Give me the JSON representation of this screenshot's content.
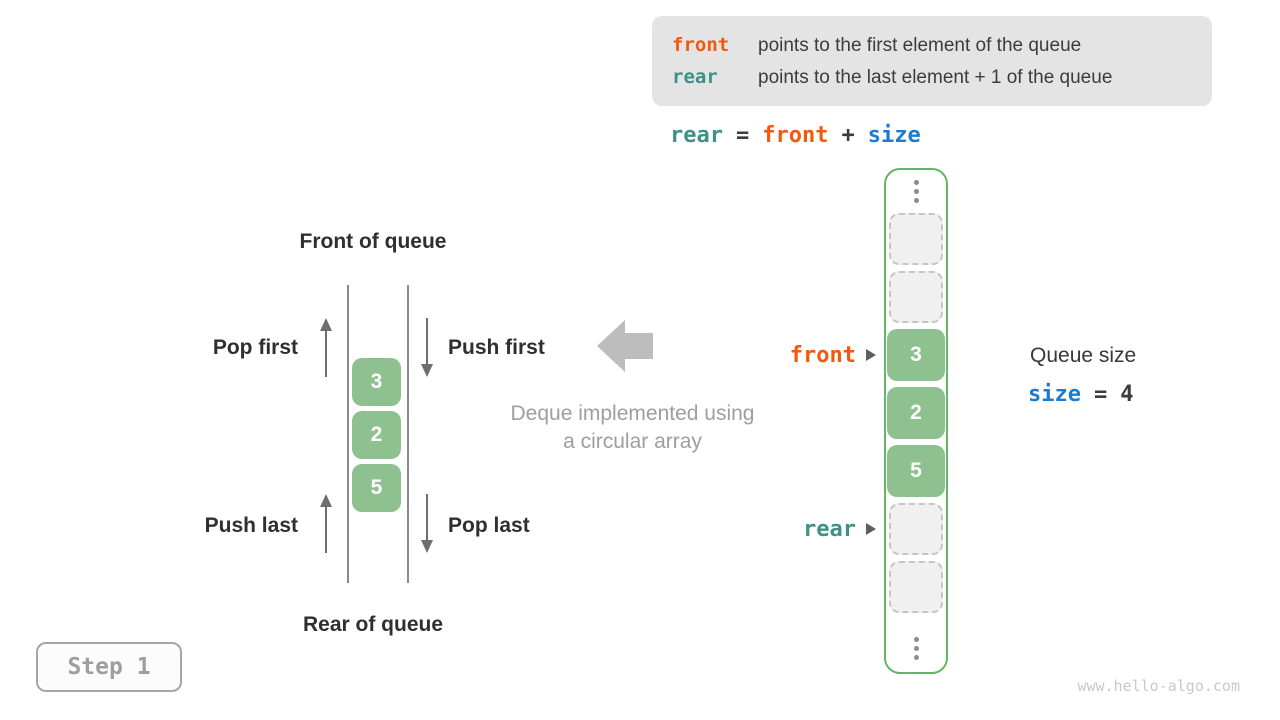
{
  "colors": {
    "orange_front": "#f1590f",
    "teal_rear": "#3d9188",
    "blue_size": "#1a7ad4",
    "cell_green": "#8fc08f",
    "array_border_green": "#63b663",
    "dark_text": "#3c3c3c",
    "muted_gray": "#9e9e9e",
    "big_arrow_gray": "#bdbdbd",
    "legend_bg": "#e4e4e4"
  },
  "legend": {
    "lines": [
      {
        "keyword": "front",
        "text": "points to the first element of the queue"
      },
      {
        "keyword": "rear",
        "text": "points to the last element + 1 of the queue"
      }
    ]
  },
  "formula": {
    "rear": "rear",
    "eq": "=",
    "front": "front",
    "plus": "+",
    "size": "size"
  },
  "left_diagram": {
    "front_label": "Front of queue",
    "rear_label": "Rear of queue",
    "pop_first": "Pop first",
    "push_first": "Push first",
    "push_last": "Push last",
    "pop_last": "Pop last",
    "values": [
      3,
      2,
      5
    ]
  },
  "center": {
    "caption_line1": "Deque implemented using",
    "caption_line2": "a circular array"
  },
  "array": {
    "cells": [
      {
        "type": "ellipsis"
      },
      {
        "type": "empty"
      },
      {
        "type": "empty"
      },
      {
        "type": "filled",
        "value": 3
      },
      {
        "type": "filled",
        "value": 2
      },
      {
        "type": "filled",
        "value": 5
      },
      {
        "type": "empty"
      },
      {
        "type": "empty"
      },
      {
        "type": "ellipsis"
      }
    ],
    "front_pointer": "front",
    "rear_pointer": "rear"
  },
  "queue_size": {
    "label": "Queue size",
    "size_kw": "size",
    "eq": "=",
    "value": "4"
  },
  "step": {
    "label": "Step 1"
  },
  "watermark": "www.hello-algo.com"
}
